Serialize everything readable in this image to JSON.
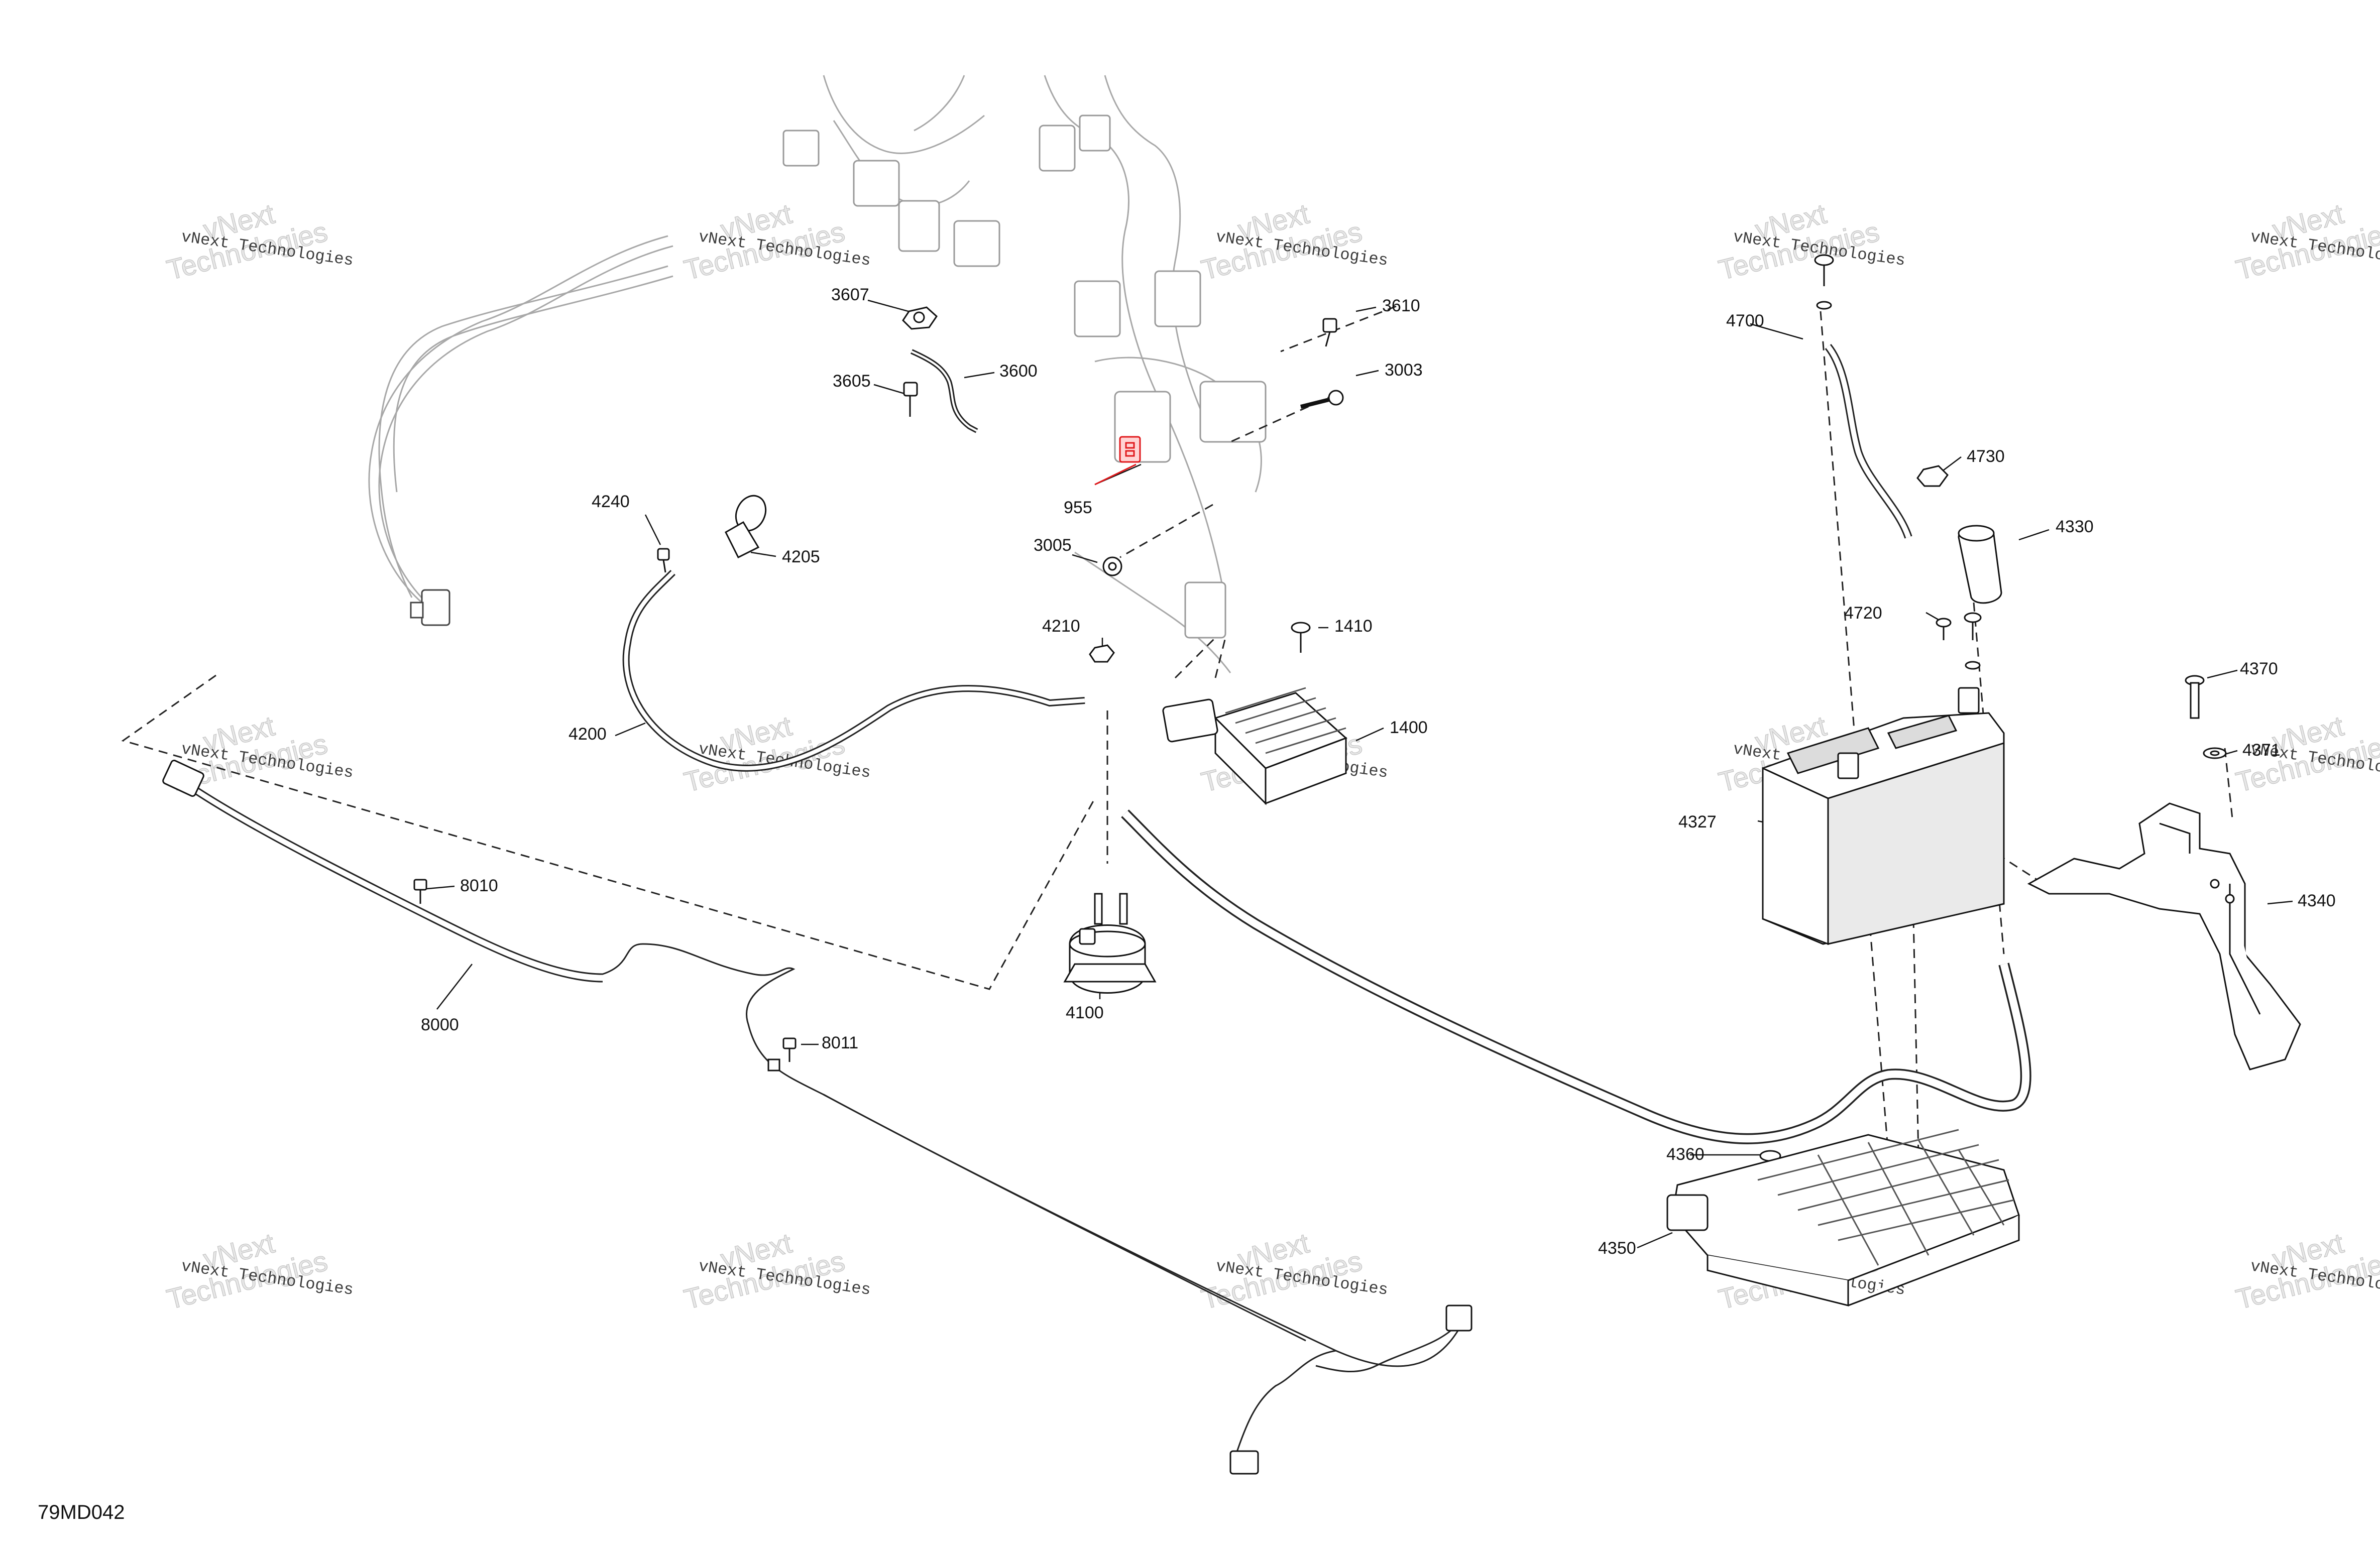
{
  "diagram_code": "79MD042",
  "watermark": {
    "line1": "vNext Technologies",
    "line2": "Technologies",
    "overlay": "vNext"
  },
  "callouts": {
    "c3607": "3607",
    "c3605": "3605",
    "c3600": "3600",
    "c3610": "3610",
    "c3003": "3003",
    "c955": "955",
    "c3005": "3005",
    "c4240": "4240",
    "c4205": "4205",
    "c4210": "4210",
    "c1410": "1410",
    "c4200": "4200",
    "c1400": "1400",
    "c8010": "8010",
    "c8000": "8000",
    "c4100": "4100",
    "c8011": "8011",
    "c4700": "4700",
    "c4730": "4730",
    "c4330": "4330",
    "c4720": "4720",
    "c4370": "4370",
    "c4371": "4371",
    "c4327": "4327",
    "c4340": "4340",
    "c4360": "4360",
    "c4350": "4350"
  },
  "highlight_color": "#e0191c",
  "line_color": "#1a1a1a",
  "ghost_color": "#9a9a9a"
}
